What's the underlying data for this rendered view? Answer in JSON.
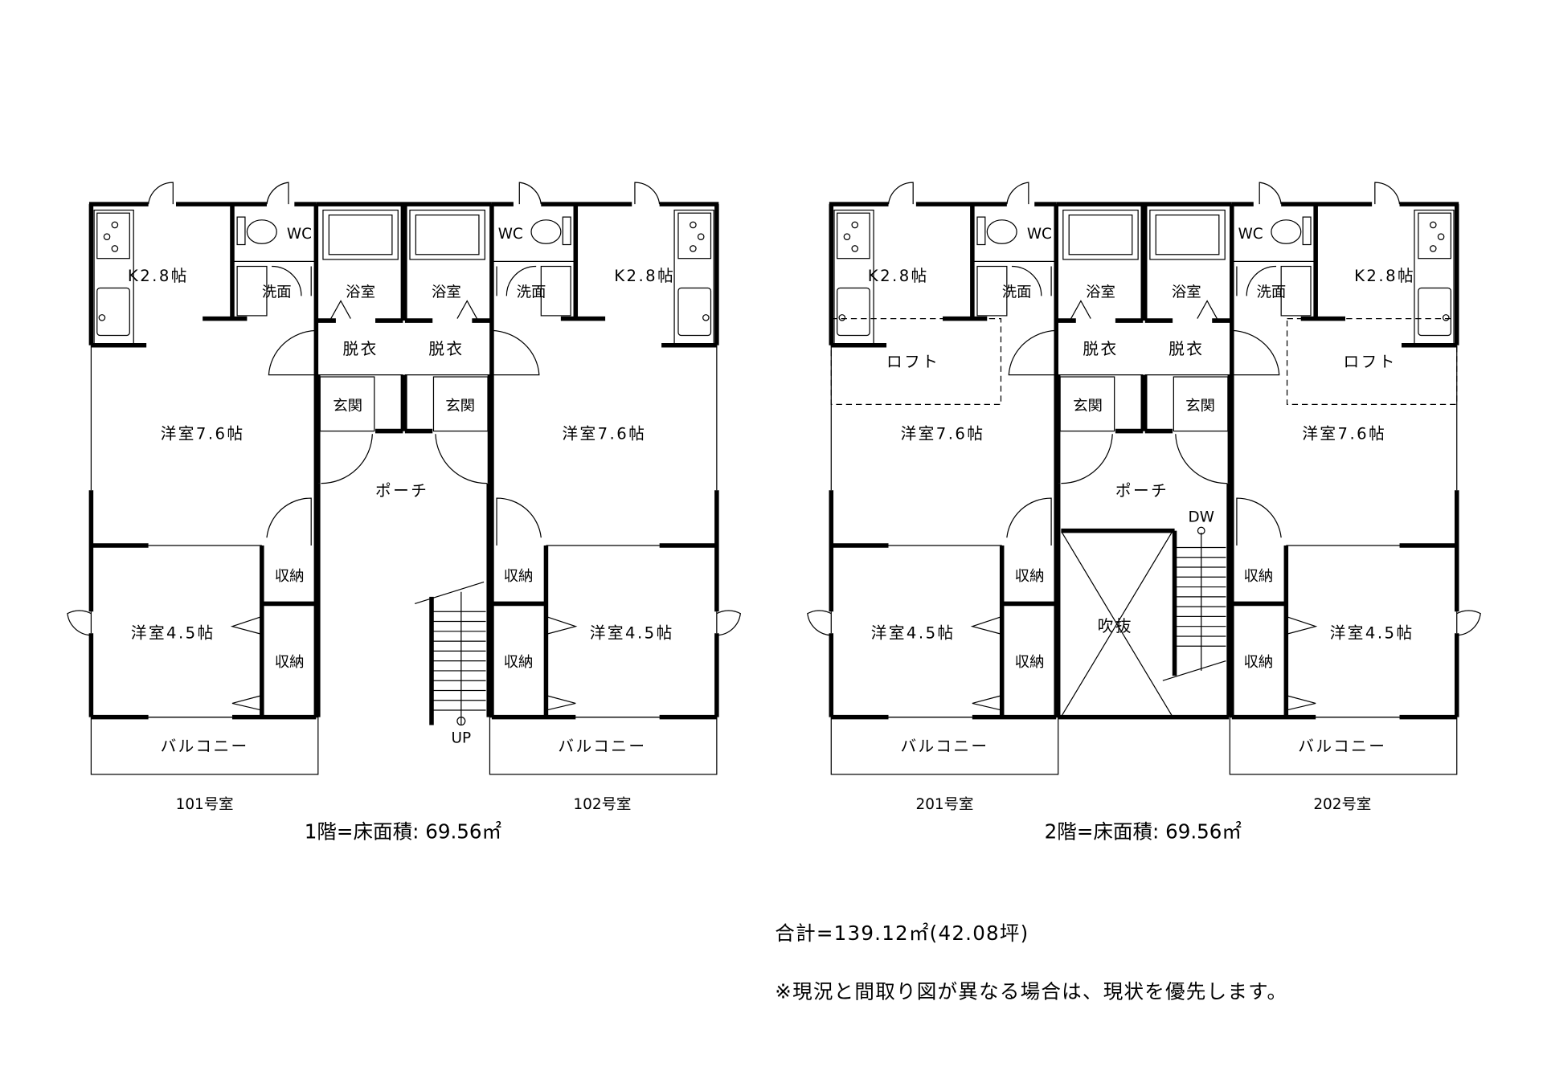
{
  "floor1": {
    "title": "1階=床面積: 69.56㎡",
    "unit_left": {
      "name": "101号室",
      "kitchen": "K2.8帖",
      "wc": "WC",
      "washroom": "洗面",
      "bath": "浴室",
      "dressing": "脱衣",
      "entrance": "玄関",
      "room_large": "洋室7.6帖",
      "room_small": "洋室4.5帖",
      "storage1": "収納",
      "storage2": "収納",
      "balcony": "バルコニー"
    },
    "unit_right": {
      "name": "102号室",
      "kitchen": "K2.8帖",
      "wc": "WC",
      "washroom": "洗面",
      "bath": "浴室",
      "dressing": "脱衣",
      "entrance": "玄関",
      "room_large": "洋室7.6帖",
      "room_small": "洋室4.5帖",
      "storage1": "収納",
      "storage2": "収納",
      "balcony": "バルコニー"
    },
    "porch": "ポーチ",
    "stairs": "UP"
  },
  "floor2": {
    "title": "2階=床面積: 69.56㎡",
    "unit_left": {
      "name": "201号室",
      "kitchen": "K2.8帖",
      "wc": "WC",
      "washroom": "洗面",
      "bath": "浴室",
      "dressing": "脱衣",
      "entrance": "玄関",
      "loft": "ロフト",
      "room_large": "洋室7.6帖",
      "room_small": "洋室4.5帖",
      "storage1": "収納",
      "storage2": "収納",
      "balcony": "バルコニー"
    },
    "unit_right": {
      "name": "202号室",
      "kitchen": "K2.8帖",
      "wc": "WC",
      "washroom": "洗面",
      "bath": "浴室",
      "dressing": "脱衣",
      "entrance": "玄関",
      "loft": "ロフト",
      "room_large": "洋室7.6帖",
      "room_small": "洋室4.5帖",
      "storage1": "収納",
      "storage2": "収納",
      "balcony": "バルコニー"
    },
    "porch": "ポーチ",
    "void": "吹抜",
    "stairs": "DW"
  },
  "total": "合計=139.12㎡(42.08坪)",
  "note": "※現況と間取り図が異なる場合は、現状を優先します。"
}
